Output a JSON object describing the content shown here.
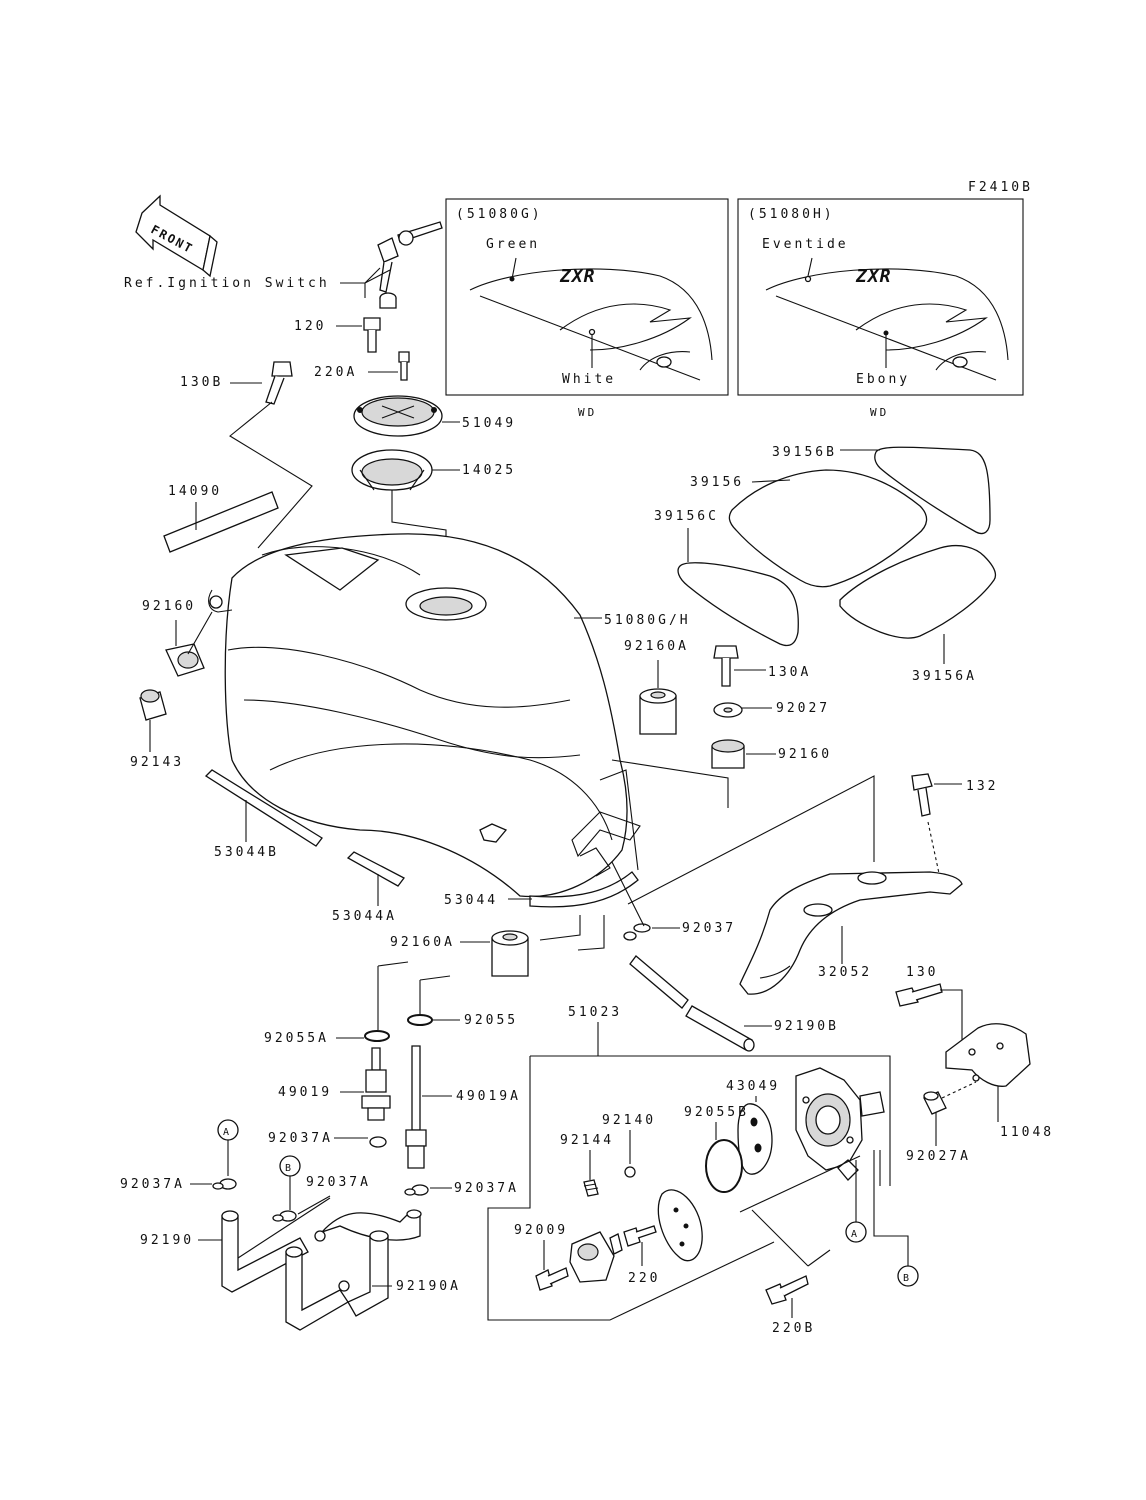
{
  "figure_code": "F2410B",
  "front_label": "FRONT",
  "ref_label": "Ref.Ignition Switch",
  "variants": [
    {
      "code": "(51080G)",
      "upper_color": "Green",
      "lower_color": "White",
      "wd": "WD",
      "logo": "ZXR"
    },
    {
      "code": "(51080H)",
      "upper_color": "Eventide",
      "lower_color": "Ebony",
      "wd": "WD",
      "logo": "ZXR"
    }
  ],
  "parts": {
    "p120": "120",
    "p220a": "220A",
    "p130b": "130B",
    "p51049": "51049",
    "p14025": "14025",
    "p14090": "14090",
    "p92160_l": "92160",
    "p92143": "92143",
    "p51080gh": "51080G/H",
    "p39156b": "39156B",
    "p39156": "39156",
    "p39156c": "39156C",
    "p39156a": "39156A",
    "p92160a_r": "92160A",
    "p130a": "130A",
    "p92027": "92027",
    "p92160_r": "92160",
    "p132": "132",
    "p53044b": "53044B",
    "p53044a": "53044A",
    "p53044": "53044",
    "p92160a_b": "92160A",
    "p92037": "92037",
    "p32052": "32052",
    "p130": "130",
    "p92055a": "92055A",
    "p92055": "92055",
    "p51023": "51023",
    "p92190b": "92190B",
    "p49019": "49019",
    "p49019a": "49019A",
    "p43049": "43049",
    "p92140": "92140",
    "p92055b": "92055B",
    "p11048": "11048",
    "p92144": "92144",
    "p92027a": "92027A",
    "p92037a_1": "92037A",
    "p92037a_2": "92037A",
    "p92037a_3": "92037A",
    "p92037a_4": "92037A",
    "p92190": "92190",
    "p92190a": "92190A",
    "p92009": "92009",
    "p220": "220",
    "p220b": "220B"
  },
  "markers": {
    "a": "A",
    "b": "B"
  }
}
